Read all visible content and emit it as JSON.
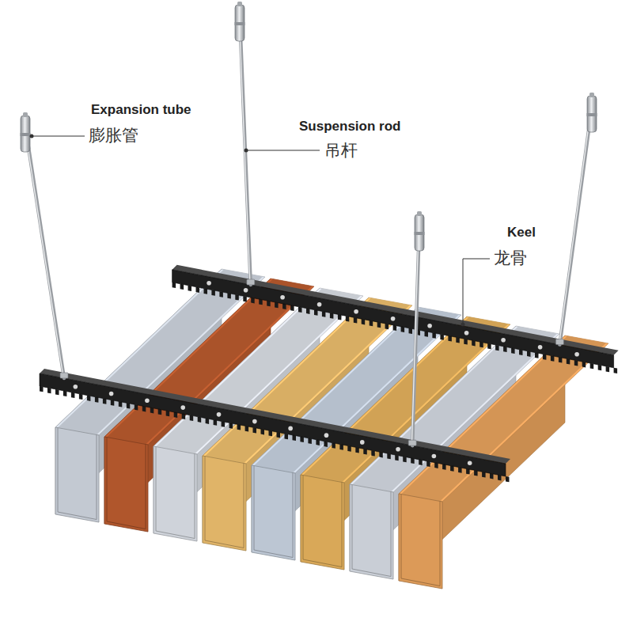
{
  "diagram": {
    "labels": [
      "Expansion tube",
      "膨胀管",
      "Suspension rod",
      "吊杆",
      "Keel",
      "龙骨"
    ]
  }
}
